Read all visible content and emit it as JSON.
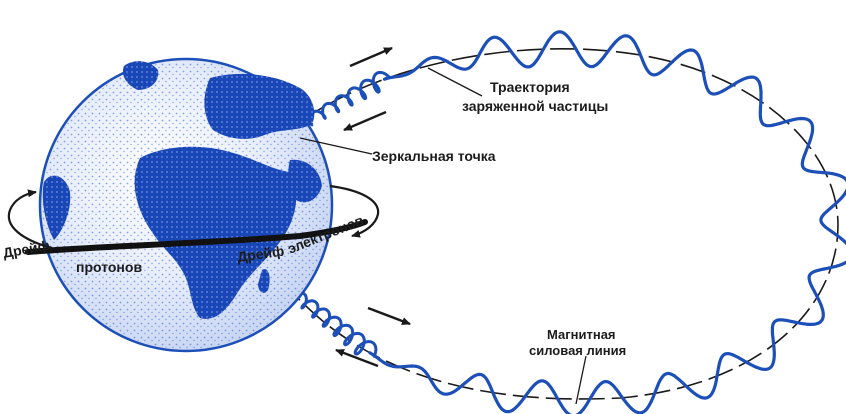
{
  "labels": {
    "trajectory_line1": "Траектория",
    "trajectory_line2": "заряженной частицы",
    "mirror_point": "Зеркальная точка",
    "proton_drift_a": "Дрейф",
    "proton_drift_b": "протонов",
    "electron_drift_a": "Дрейф",
    "electron_drift_b": "электронов",
    "field_line1": "Магнитная",
    "field_line2": "силовая линия"
  },
  "colors": {
    "particle_path": "#1d4fb8",
    "earth_ocean": "#2f5fd0",
    "earth_land": "#1a47b8",
    "field_line": "#1a1a1a",
    "arrows": "#1a1a1a"
  }
}
